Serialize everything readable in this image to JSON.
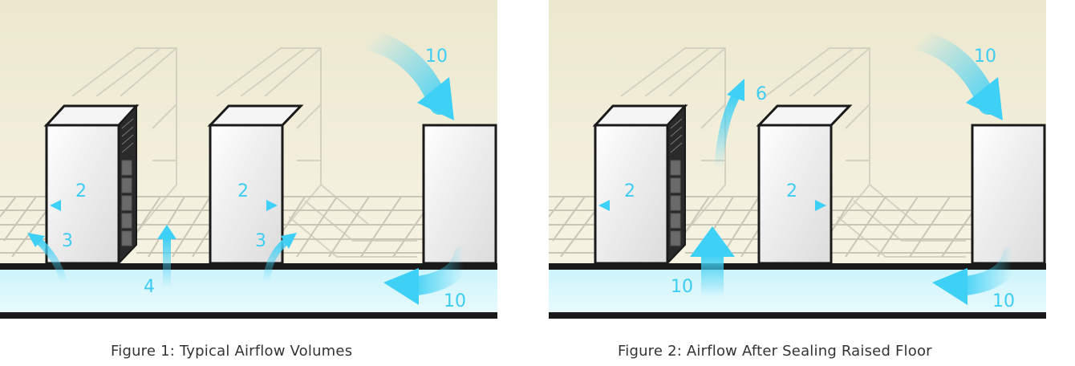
{
  "colors": {
    "wall": "#f0ecd6",
    "plenum": "#d9f6fb",
    "arrow": "#3fd0f5",
    "label": "#3ecdf2",
    "outline": "#1a1a1a",
    "grid": "#c9c6b8"
  },
  "figure1": {
    "caption": "Figure 1: Typical Airflow Volumes",
    "labels": {
      "left_rack_exhaust": "2",
      "middle_rack_exhaust": "2",
      "left_bypass": "3",
      "floor_tile": "4",
      "right_bypass": "3",
      "crac_return": "10",
      "crac_supply": "10"
    }
  },
  "figure2": {
    "caption": "Figure 2: Airflow After Sealing Raised Floor",
    "labels": {
      "left_rack_exhaust": "2",
      "middle_rack_exhaust": "2",
      "up_flow": "6",
      "floor_tile": "10",
      "crac_return": "10",
      "crac_supply": "10"
    }
  }
}
